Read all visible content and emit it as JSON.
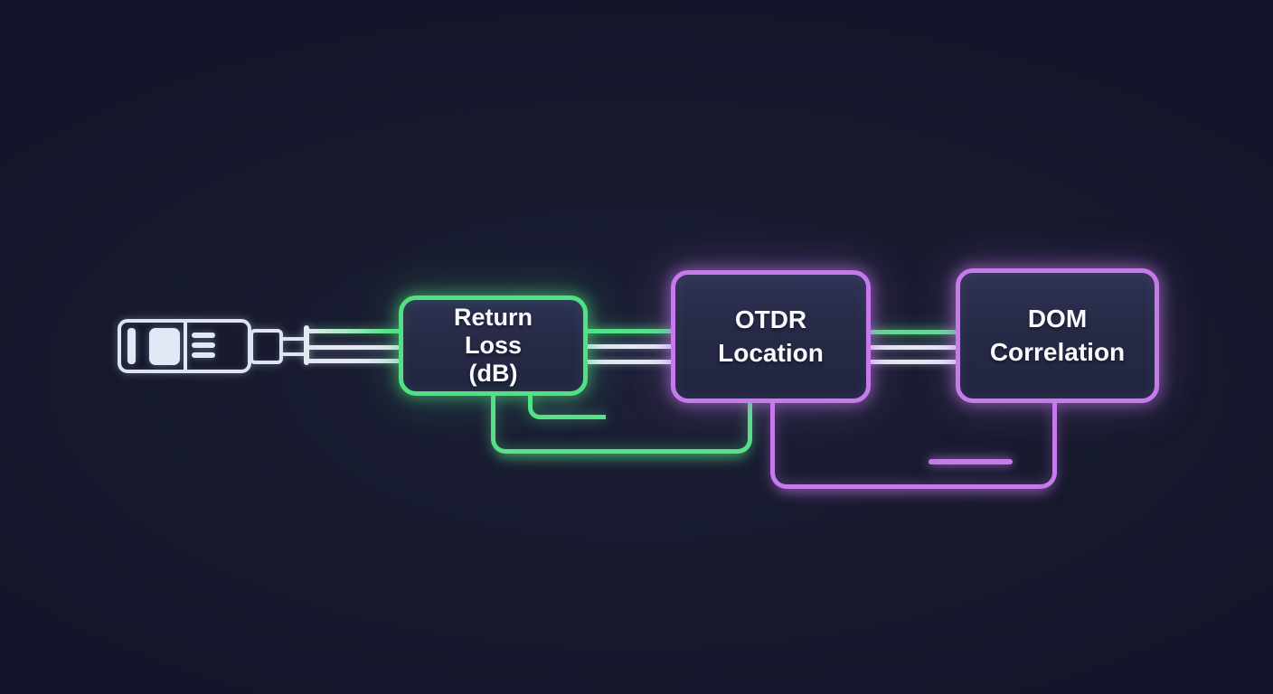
{
  "diagram": {
    "type": "flow-diagram",
    "theme": "dark-neon",
    "nodes": [
      {
        "id": "return-loss",
        "label_lines": [
          "Return",
          "Loss",
          "(dB)"
        ],
        "accent": "green"
      },
      {
        "id": "otdr-location",
        "label_lines": [
          "OTDR",
          "Location"
        ],
        "accent": "purple"
      },
      {
        "id": "dom-correlation",
        "label_lines": [
          "DOM",
          "Correlation"
        ],
        "accent": "purple"
      }
    ],
    "icon": {
      "name": "fiber-optic-connector-icon",
      "description": "stylized fiber/USB connector with ferrule tip and cable boot"
    },
    "edges": [
      {
        "from": "connector",
        "to": "return-loss",
        "style": "triple-strand",
        "strand_colors": [
          "green",
          "white",
          "white"
        ]
      },
      {
        "from": "return-loss",
        "to": "otdr-location",
        "style": "triple-strand",
        "strand_colors": [
          "green",
          "white",
          "white"
        ]
      },
      {
        "from": "otdr-location",
        "to": "dom-correlation",
        "style": "triple-strand",
        "strand_colors": [
          "green",
          "white",
          "white"
        ]
      },
      {
        "from": "return-loss",
        "to": "otdr-location",
        "style": "bottom-u-loop",
        "color": "green"
      },
      {
        "from": "otdr-location",
        "to": "dom-correlation",
        "style": "bottom-u-loop",
        "color": "purple"
      },
      {
        "from": "return-loss",
        "to": null,
        "style": "bottom-stub",
        "color": "green"
      },
      {
        "from": null,
        "to": null,
        "style": "floating-dash",
        "color": "purple"
      }
    ],
    "colors": {
      "background": "#171a2d",
      "node_fill": "#262a46",
      "green_accent": "#55e388",
      "purple_accent": "#c77aec",
      "white_strand": "#e4e9f4",
      "text": "#f8fafe"
    }
  }
}
